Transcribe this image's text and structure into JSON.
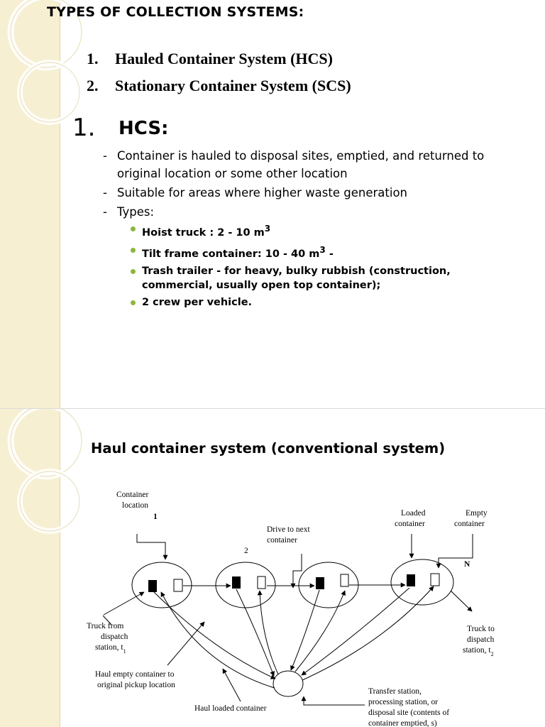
{
  "slide1": {
    "title": "TYPES OF COLLECTION SYSTEMS:",
    "systems": [
      {
        "num": "1.",
        "label": "Hauled Container System (HCS)"
      },
      {
        "num": "2.",
        "label": "Stationary Container System (SCS)"
      }
    ],
    "section_num": "1.",
    "section_title": "HCS:",
    "dash_items": [
      {
        "dash": "-",
        "text": "Container is hauled to disposal sites, emptied, and returned to original location or some other location"
      },
      {
        "dash": "-",
        "text": "Suitable for areas where higher waste generation"
      },
      {
        "dash": "-",
        "text": "Types:"
      }
    ],
    "type_bullets": [
      {
        "text": "Hoist truck : 2 - 10 m",
        "sup": "3",
        "after": ""
      },
      {
        "text": "Tilt frame container: 10 - 40 m",
        "sup": "3",
        "after": " -"
      },
      {
        "text": "Trash trailer - for heavy, bulky rubbish (construction, commercial, usually open top container);",
        "sup": "",
        "after": ""
      },
      {
        "text": "2 crew per vehicle.",
        "sup": "",
        "after": ""
      }
    ],
    "colors": {
      "side_band": "#f7efd2",
      "bullet": "#8db63c"
    }
  },
  "slide2": {
    "title": "Haul container system (conventional system)",
    "diagram": {
      "container_location_line1": "Container",
      "container_location_line2": "location",
      "loc1": "1",
      "loc2": "2",
      "locN": "N",
      "drive_next_line1": "Drive to next",
      "drive_next_line2": "container",
      "loaded_line1": "Loaded",
      "loaded_line2": "container",
      "empty_line1": "Empty",
      "empty_line2": "container",
      "truck_from_line1": "Truck from",
      "truck_from_line2": "dispatch",
      "truck_from_line3": "station, t",
      "truck_from_sub": "1",
      "truck_to_line1": "Truck to",
      "truck_to_line2": "dispatch",
      "truck_to_line3": "station, t",
      "truck_to_sub": "2",
      "haul_empty_line1": "Haul empty container to",
      "haul_empty_line2": "original pickup location",
      "haul_loaded": "Haul loaded container",
      "transfer_line1": "Transfer station,",
      "transfer_line2": "processing station, or",
      "transfer_line3": "disposal site (contents of",
      "transfer_line4": "container emptied, s)"
    }
  }
}
